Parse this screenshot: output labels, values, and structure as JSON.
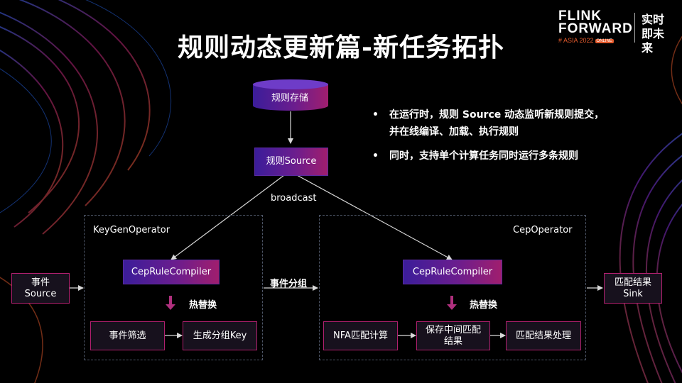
{
  "title": "规则动态更新篇-新任务拓扑",
  "logo": {
    "line1": "FLINK",
    "line2": "FORWARD",
    "line3": "# ASIA 2022",
    "badge": "ONLINE",
    "cn": "实时即未来"
  },
  "nodes": {
    "rule_store": "规则存储",
    "rule_source": "规则Source",
    "event_source": "事件\nSource",
    "cep_compiler_left": "CepRuleCompiler",
    "cep_compiler_right": "CepRuleCompiler",
    "event_filter": "事件筛选",
    "gen_key": "生成分组Key",
    "nfa_match": "NFA匹配计算",
    "save_intermediate": "保存中间匹配\n结果",
    "match_process": "匹配结果处理",
    "sink": "匹配结果\nSink"
  },
  "labels": {
    "broadcast": "broadcast",
    "key_gen_operator": "KeyGenOperator",
    "cep_operator": "CepOperator",
    "event_group": "事件分组",
    "hot_swap_left": "热替换",
    "hot_swap_right": "热替换"
  },
  "bullets": [
    "在运行时，规则 Source 动态监听新规则提交，\n并在线编译、加载、执行规则",
    "同时，支持单个计算任务同时运行多条规则"
  ],
  "bullet_marker": "•",
  "colors": {
    "accent": "#b0206e",
    "gradient_start": "#3b1d9a",
    "gradient_end": "#a01e6e",
    "logo_orange": "#e35a2c"
  }
}
